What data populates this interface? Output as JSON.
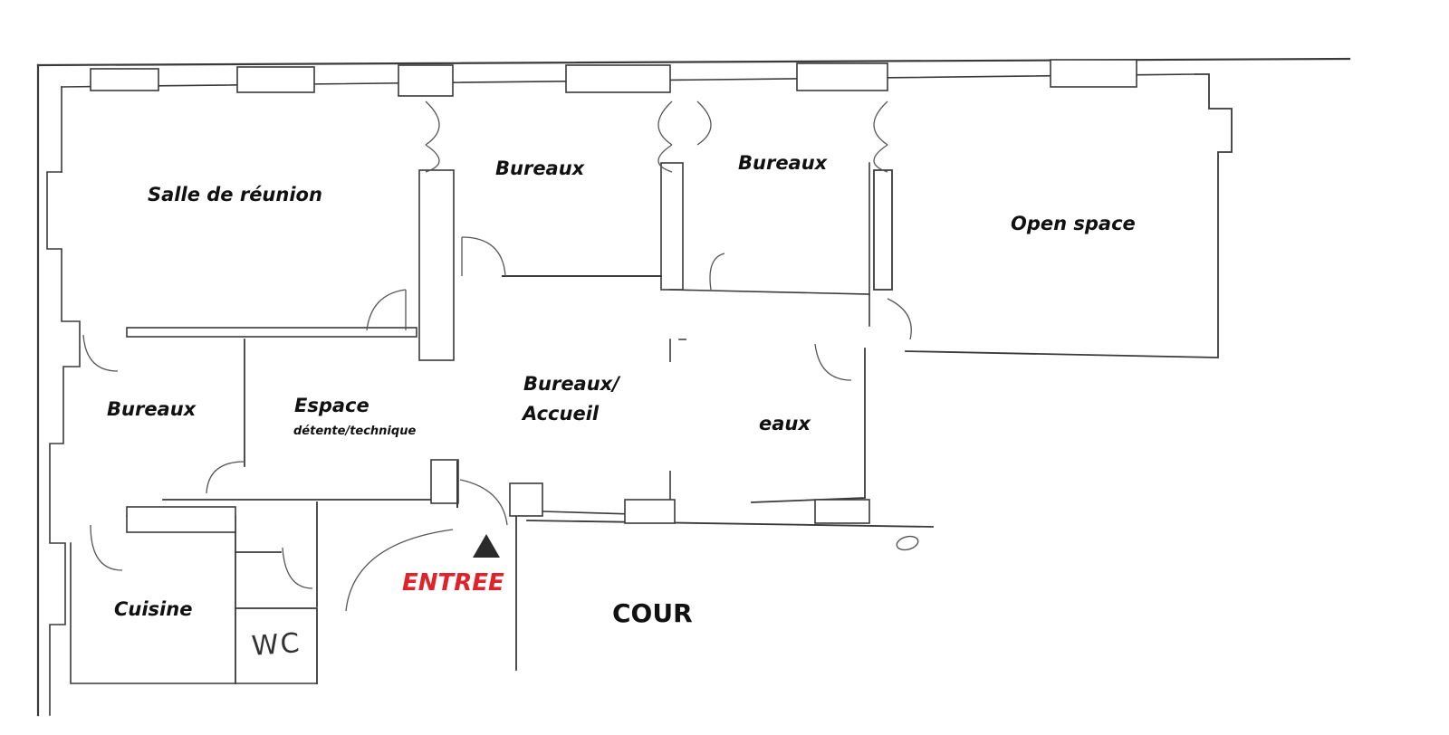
{
  "rooms": {
    "salle_reunion": "Salle de réunion",
    "bureaux_top_left": "Bureaux",
    "bureaux_top_right": "Bureaux",
    "open_space": "Open space",
    "bureaux_left": "Bureaux",
    "espace": "Espace",
    "espace_sub": "détente/technique",
    "bureaux_accueil_1": "Bureaux/",
    "bureaux_accueil_2": "Accueil",
    "bureaux_partial": "eaux",
    "cuisine": "Cuisine",
    "wc": "WC"
  },
  "entrance": {
    "label": "ENTREE",
    "color": "#e0232a",
    "marker_icon": "triangle-up-icon"
  },
  "courtyard": {
    "label": "COUR"
  }
}
